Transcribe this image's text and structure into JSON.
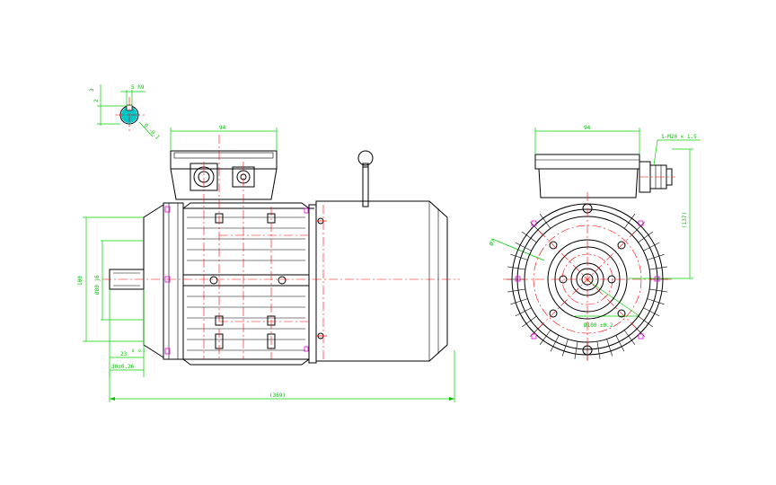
{
  "drawing": {
    "labels": {
      "key_depth": "3",
      "key_width": "5 h9",
      "key_height": "2",
      "shaft_key_tol": "0 -0.1",
      "terminal_box_width": "94",
      "center_height": "100",
      "flange_spigot": "Ø80 j6",
      "shaft_length": "23",
      "shaft_length_tol": "0 -0.1",
      "shaft_diameter": "30±0.26",
      "overall_length": "(369)",
      "end_box_width": "94",
      "cable_gland": "1-M20 × 1.5",
      "overall_height": "(137)",
      "hole_dia": "Ø7",
      "pcd": "Ø100 ±0.2"
    },
    "colors": {
      "outline": "#000000",
      "dimension": "#00c000",
      "centerline": "#ff0000",
      "bolt_marker": "#e000e0",
      "key_fill": "#00c8c8"
    }
  }
}
